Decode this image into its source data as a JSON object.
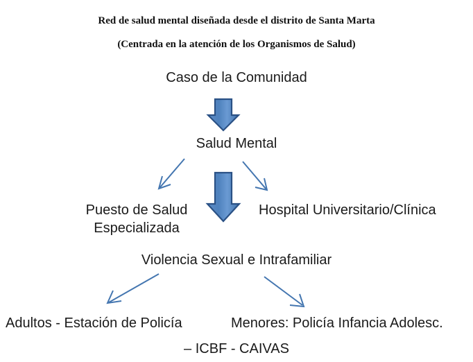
{
  "title": {
    "line1": "Red de salud mental diseñada desde el distrito de Santa Marta",
    "line2": "(Centrada en la atención de los Organismos de Salud)"
  },
  "nodes": {
    "caso": "Caso de la Comunidad",
    "salud_mental": "Salud Mental",
    "puesto_salud": "Puesto de Salud Especializada",
    "hospital": "Hospital Universitario/Clínica",
    "violencia": "Violencia Sexual e Intrafamiliar",
    "adultos": "Adultos - Estación de Policía",
    "menores": "Menores: Policía Infancia Adolesc.",
    "icbf": "– ICBF - CAIVAS"
  },
  "connectors": {
    "block_arrow_1": "down-block-arrow",
    "block_arrow_2": "down-block-arrow",
    "diagonal_left_1": "down-left-arrow",
    "diagonal_right_1": "down-right-arrow",
    "diagonal_left_2": "down-left-arrow",
    "diagonal_right_2": "down-right-arrow"
  },
  "colors": {
    "arrow_fill": "#4e81bd",
    "arrow_fill_light": "#6f9ed4",
    "arrow_stroke": "#2a5185",
    "line_arrow": "#4476b0",
    "text": "#1a1a1a",
    "background": "#ffffff"
  }
}
